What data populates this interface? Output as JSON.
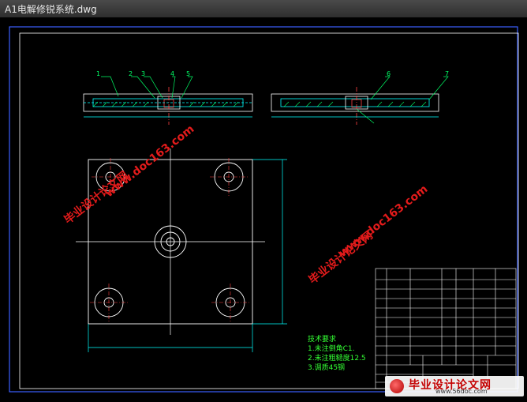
{
  "window": {
    "title": "A1电解修锐系统.dwg"
  },
  "drawing": {
    "part_labels": [
      "1",
      "2",
      "3",
      "4",
      "5",
      "6",
      "7"
    ],
    "notes": {
      "heading": "技术要求",
      "items": [
        "1.未注倒角C1.",
        "2.未注粗糙度12.5",
        "3.调质45钢"
      ]
    }
  },
  "watermark": {
    "site_text": "毕业设计论文网",
    "site_url": "www.doc163.com"
  },
  "branding": {
    "name": "毕业设计论文网",
    "url": "www.56doc.com"
  },
  "colors": {
    "title_bar": "#3a3a3a",
    "canvas": "#000000",
    "frame": "#3b5fff",
    "geometry": "#ffffff",
    "dimension": "#00ffff",
    "centerline": "#ff4040",
    "notes": "#33ff33",
    "watermark": "#e31b1b"
  }
}
